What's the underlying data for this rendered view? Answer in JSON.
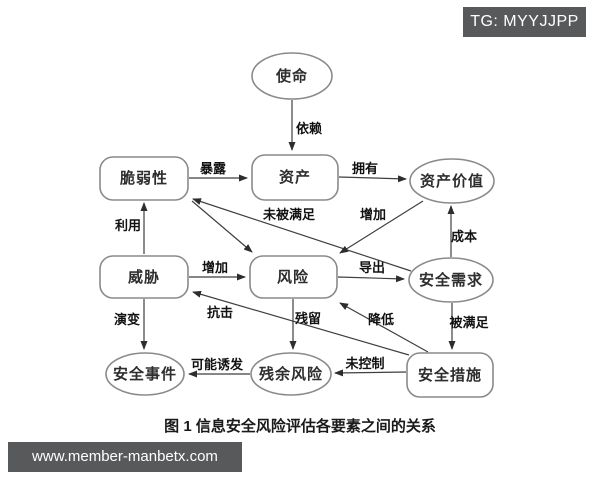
{
  "overlay": {
    "badge": "TG: MYYJJPP",
    "footer_url": "www.member-manbetx.com"
  },
  "figure": {
    "caption": "图 1 信息安全风险评估各要素之间的关系"
  },
  "colors": {
    "overlay_bg": "#58595b",
    "node_stroke": "#8a8a8a",
    "edge_color": "#3f3f3f",
    "background": "#ffffff"
  },
  "diagram": {
    "nodes": {
      "mission": {
        "label": "使命",
        "shape": "ellipse"
      },
      "vulnerability": {
        "label": "脆弱性",
        "shape": "rounded-rect"
      },
      "asset": {
        "label": "资产",
        "shape": "rounded-rect"
      },
      "asset_value": {
        "label": "资产价值",
        "shape": "ellipse"
      },
      "threat": {
        "label": "威胁",
        "shape": "rounded-rect"
      },
      "risk": {
        "label": "风险",
        "shape": "rounded-rect"
      },
      "security_requirement": {
        "label": "安全需求",
        "shape": "ellipse"
      },
      "security_event": {
        "label": "安全事件",
        "shape": "ellipse"
      },
      "residual_risk": {
        "label": "残余风险",
        "shape": "ellipse"
      },
      "security_measure": {
        "label": "安全措施",
        "shape": "rounded-rect"
      }
    },
    "edges": {
      "depend": {
        "from": "mission",
        "to": "asset",
        "label": "依赖"
      },
      "expose": {
        "from": "vulnerability",
        "to": "asset",
        "label": "暴露"
      },
      "own": {
        "from": "asset",
        "to": "asset_value",
        "label": "拥有"
      },
      "exploit": {
        "from": "threat",
        "to": "vulnerability",
        "label": "利用"
      },
      "unmet": {
        "from": "security_requirement",
        "to": "vulnerability",
        "label": "未被满足"
      },
      "vuln_to_risk": {
        "from": "vulnerability",
        "to": "risk",
        "label": ""
      },
      "value_increase": {
        "from": "asset_value",
        "to": "risk",
        "label": "增加"
      },
      "threat_increase": {
        "from": "threat",
        "to": "risk",
        "label": "增加"
      },
      "derive": {
        "from": "risk",
        "to": "security_requirement",
        "label": "导出"
      },
      "cost": {
        "from": "security_requirement",
        "to": "asset_value",
        "label": "成本"
      },
      "evolve": {
        "from": "threat",
        "to": "security_event",
        "label": "演变"
      },
      "resist": {
        "from": "security_measure",
        "to": "threat",
        "label": "抗击"
      },
      "remain": {
        "from": "risk",
        "to": "residual_risk",
        "label": "残留"
      },
      "reduce": {
        "from": "security_measure",
        "to": "risk",
        "label": "降低"
      },
      "satisfied": {
        "from": "security_requirement",
        "to": "security_measure",
        "label": "被满足"
      },
      "induce": {
        "from": "residual_risk",
        "to": "security_event",
        "label": "可能诱发"
      },
      "uncontrolled": {
        "from": "security_measure",
        "to": "residual_risk",
        "label": "未控制"
      }
    }
  }
}
